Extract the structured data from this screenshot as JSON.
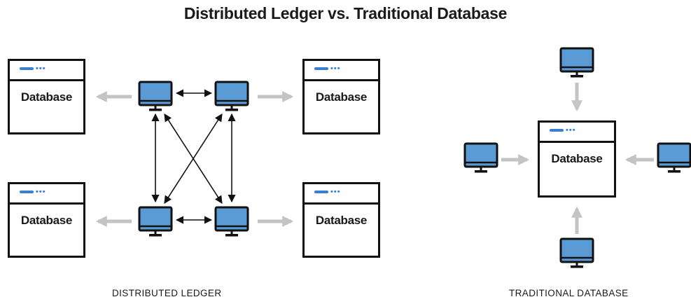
{
  "title": "Distributed Ledger vs. Traditional Database",
  "database_label": "Database",
  "captions": {
    "distributed": "DISTRIBUTED LEDGER",
    "traditional": "TRADITIONAL DATABASE"
  },
  "colors": {
    "screen": "#5b9bd5",
    "accent": "#3b7fd0",
    "outline": "#111111",
    "gray_arrow": "#c4c4c4"
  },
  "icons": [
    "computer-icon",
    "database-window-icon",
    "arrow-icon"
  ]
}
